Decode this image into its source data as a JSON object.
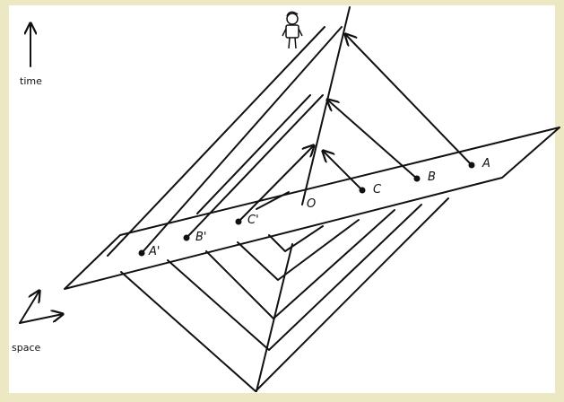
{
  "axes": {
    "time_label": "time",
    "space_label": "space"
  },
  "events": {
    "A": "A",
    "B": "B",
    "C": "C",
    "O": "O",
    "C_prime": "C'",
    "B_prime": "B'",
    "A_prime": "A'"
  },
  "icons": {
    "observer": "observer-figure-icon"
  },
  "colors": {
    "background": "#ece8c3",
    "panel": "#ffffff",
    "ink": "#111111"
  }
}
